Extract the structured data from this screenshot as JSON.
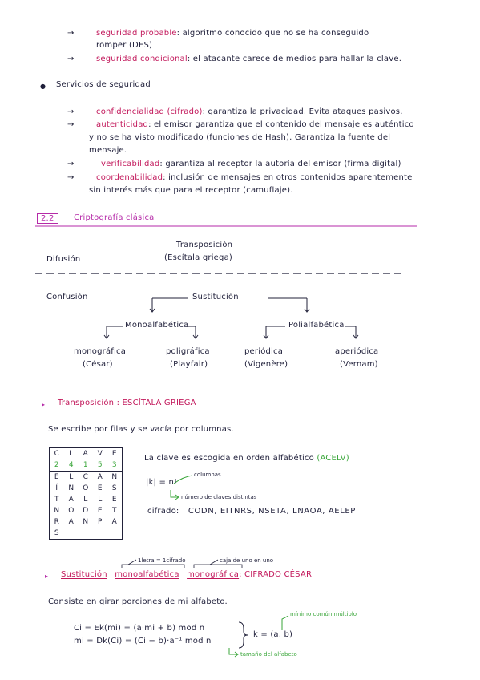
{
  "top": {
    "l1_term": "seguridad probable",
    "l1_def": ": algoritmo conocido que no se ha conseguido",
    "l1_cont": "romper (DES)",
    "l2_term": "seguridad condicional",
    "l2_def": ": el atacante carece de medios para hallar la clave."
  },
  "services": {
    "title": "Servicios de seguridad",
    "conf_term": "confidencialidad (cifrado)",
    "conf_def": ": garantiza la privacidad. Evita ataques pasivos.",
    "auth_term": "autenticidad",
    "auth_def": ": el emisor garantiza que el contenido del mensaje es auténtico",
    "auth_l2": "y no se ha visto modificado (funciones de Hash). Garantiza la fuente del",
    "auth_l3": "mensaje.",
    "ver_term": "verificabilidad",
    "ver_def": ": garantiza al receptor la autoría del emisor (firma digital)",
    "cov_term": "coordenabilidad",
    "cov_def": ": inclusión de mensajes en otros contenidos aparentemente",
    "cov_l2": "sin interés más que para el receptor (camuflaje)."
  },
  "section": {
    "number": "2.2",
    "title": "Criptografía clásica"
  },
  "diagram": {
    "transposicion": "Transposición",
    "escitala": "(Escítala griega)",
    "difusion": "Difusión",
    "confusion": "Confusión",
    "sustitucion": "Sustitución",
    "monoalfabetica": "Monoalfabética",
    "polialfabetica": "Polialfabética",
    "monografica": "monográfica",
    "cesar": "(César)",
    "poligrafica": "poligráfica",
    "playfair": "(Playfair)",
    "periodica": "periódica",
    "vigenere": "(Vigenère)",
    "aperiodica": "aperiódica",
    "vernam": "(Vernam)"
  },
  "transp": {
    "heading": "Transposición : ESCÍTALA GRIEGA",
    "desc": "Se escribe por filas y se vacía por columnas.",
    "key_row": [
      "C",
      "L",
      "A",
      "V",
      "E"
    ],
    "order_row": [
      "2",
      "4",
      "1",
      "5",
      "3"
    ],
    "rows": [
      [
        "E",
        "L",
        "C",
        "A",
        "N"
      ],
      [
        "Í",
        "N",
        "O",
        "E",
        "S"
      ],
      [
        "T",
        "A",
        "L",
        "L",
        "E"
      ],
      [
        "N",
        "O",
        "D",
        "E",
        "T"
      ],
      [
        "R",
        "A",
        "N",
        "P",
        "A"
      ],
      [
        "S",
        "",
        "",
        "",
        ""
      ]
    ],
    "note1": "La clave es escogida en orden alfabético",
    "note1_code": "(ACELV)",
    "formula": "|k| = n!",
    "ann_columnas": "columnas",
    "ann_numero": "número de claves distintas",
    "cifrado_label": "cifrado:",
    "cifrado_value": "CODN, EITNRS, NSETA, LNAOA, AELEP"
  },
  "sust": {
    "ann_letra": "1letra = 1cifrado",
    "ann_caja": "caja de uno en uno",
    "heading_a": "Sustitución",
    "heading_b": "monoalfabética",
    "heading_c": "monográfica",
    "heading_d": ": CIFRADO CÉSAR",
    "desc": "Consiste en girar porciones de mi alfabeto.",
    "f1": "Ci = Ek(mi) = (a·mi + b) mod n",
    "f2": "mi = Dk(Ci) = (Ci − b)·a⁻¹ mod n",
    "key": "k = (a, b)",
    "ann_mcm": "mínimo común múltiplo",
    "ann_tam": "tamaño del alfabeto"
  }
}
